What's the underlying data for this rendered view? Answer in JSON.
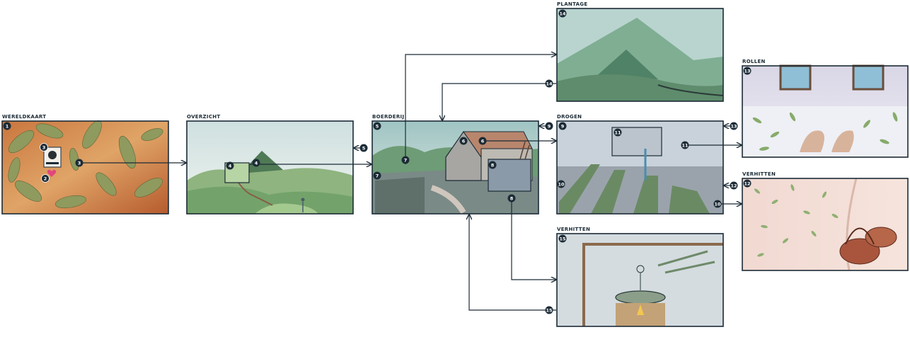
{
  "panels": {
    "wereldkaart": {
      "label": "WERELDKAART",
      "number": "1"
    },
    "overzicht": {
      "label": "OVERZICHT",
      "number": ""
    },
    "boerderij": {
      "label": "BOERDERIJ",
      "number": "5"
    },
    "plantage": {
      "label": "PLANTAGE",
      "number": "14"
    },
    "drogen": {
      "label": "DROGEN",
      "number": "9"
    },
    "rollen": {
      "label": "ROLLEN",
      "number": "13"
    },
    "verhitten_right": {
      "label": "VERHITTEN",
      "number": "12"
    },
    "verhitten_bottom": {
      "label": "VERHITTEN",
      "number": "15"
    }
  },
  "badges": {
    "map_card": "3",
    "map_pin": "2",
    "map_arrow": "3",
    "overview_inset": "4",
    "overview_arrow": "4",
    "farm_left": "5",
    "farm_in": "9",
    "farm_roof": "6",
    "farm_roof_arrow": "6",
    "farm_tree": "7",
    "farm_corner": "7",
    "farm_shed": "8",
    "farm_shed_arrow": "8",
    "plant_arrow": "14",
    "dry_out_rollen": "11",
    "dry_window": "11",
    "dry_in_rollen": "13",
    "dry_in_verhitten": "12",
    "dry_floor": "10",
    "dry_out_verhitten": "10",
    "bottom_arrow": "15"
  }
}
